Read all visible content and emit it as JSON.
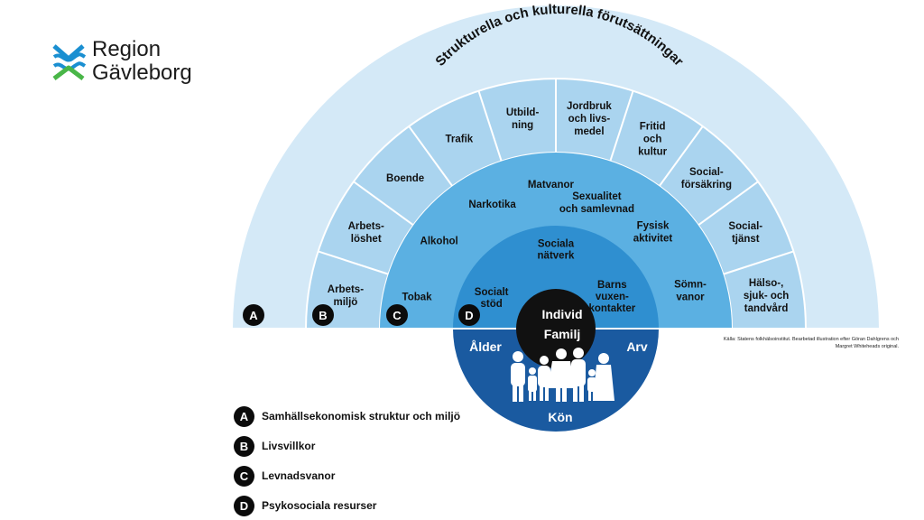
{
  "logo": {
    "line1": "Region",
    "line2": "Gävleborg",
    "colors": [
      "#1a8fd1",
      "#49b648"
    ]
  },
  "outer_arc_title": "Strukturella och kulturella förutsättningar",
  "ring_a": {
    "badge": "A"
  },
  "ring_b": {
    "badge": "B",
    "segments": [
      "Arbets-\nmiljö",
      "Arbets-\nlöshet",
      "Boende",
      "Trafik",
      "Utbild-\nning",
      "Jordbruk\noch livs-\nmedel",
      "Fritid\noch\nkultur",
      "Social-\nförsäkring",
      "Social-\ntjänst",
      "Hälso-,\nsjuk- och\ntandvård"
    ]
  },
  "ring_c": {
    "badge": "C",
    "labels": [
      "Tobak",
      "Alkohol",
      "Narkotika",
      "Matvanor",
      "Sexualitet\noch samlevnad",
      "Fysisk\naktivitet",
      "Sömn-\nvanor"
    ]
  },
  "ring_d": {
    "badge": "D",
    "labels": [
      "Socialt\nstöd",
      "Sociala\nnätverk",
      "Barns\nvuxen-\nkontakter"
    ]
  },
  "core": {
    "line1": "Individ",
    "line2": "Familj"
  },
  "base": {
    "left": "Ålder",
    "right": "Arv",
    "bottom": "Kön"
  },
  "source_note": "Källa: Statens folkhälsoinstitut. Bearbetad illustration efter Göran Dahlgrens och Margret Whiteheads original.",
  "legend": [
    {
      "badge": "A",
      "text": "Samhällsekonomisk struktur och miljö"
    },
    {
      "badge": "B",
      "text": "Livsvillkor"
    },
    {
      "badge": "C",
      "text": "Levnadsvanor"
    },
    {
      "badge": "D",
      "text": "Psykosociala resurser"
    }
  ],
  "colors": {
    "ring_a": "#d4e9f7",
    "ring_b": "#aad4ef",
    "ring_c": "#5bb0e2",
    "ring_d": "#2f8fd0",
    "base": "#1a5aa0",
    "core": "#111111",
    "badge": "#0b0b0b"
  }
}
